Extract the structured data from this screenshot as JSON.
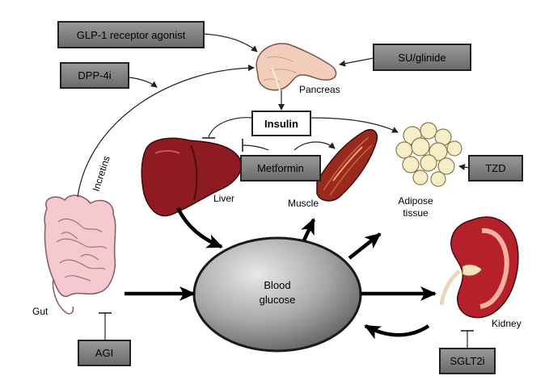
{
  "drugs": {
    "glp1": "GLP-1 receptor agonist",
    "dpp4i": "DPP-4i",
    "su_glinide": "SU/glinide",
    "metformin": "Metformin",
    "tzd": "TZD",
    "agi": "AGI",
    "sglt2i": "SGLT2i"
  },
  "organs": {
    "pancreas": "Pancreas",
    "liver": "Liver",
    "muscle": "Muscle",
    "adipose_line1": "Adipose",
    "adipose_line2": "tissue",
    "kidney": "Kidney",
    "gut": "Gut"
  },
  "hormones": {
    "insulin": "Insulin",
    "incretins": "Incretins"
  },
  "center": {
    "line1": "Blood",
    "line2": "glucose"
  },
  "colors": {
    "drug_box_fill": "#7a7a7a",
    "liver": "#8e1a22",
    "muscle": "#9a2a1e",
    "kidney": "#b5202a",
    "pancreas": "#f3cdbb",
    "gut": "#f4c9d0",
    "adipose": "#f6eec8"
  }
}
